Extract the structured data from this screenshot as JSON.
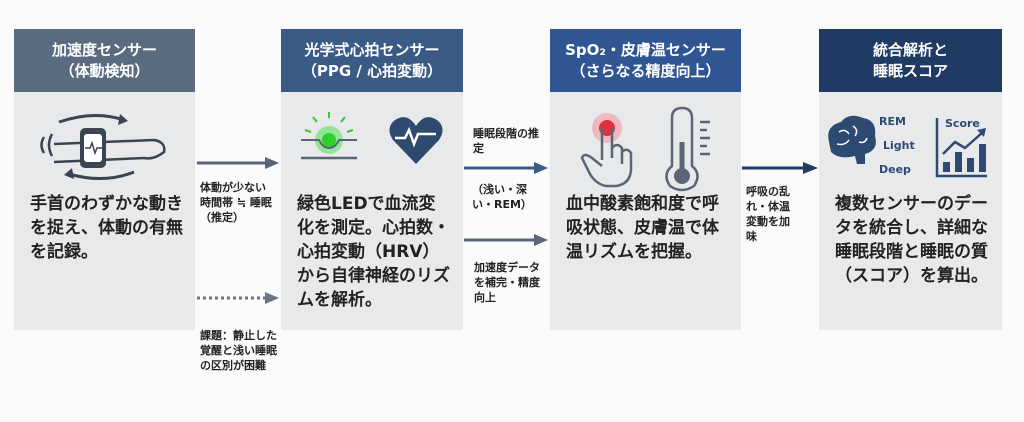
{
  "columns": [
    {
      "title1": "加速度センサー",
      "title2": "（体動検知）",
      "body": "手首のわずかな動きを捉え、体動の有無を記録。",
      "header_color": "#5b6b7f"
    },
    {
      "title1": "光学式心拍センサー",
      "title2": "（PPG / 心拍変動）",
      "body": "緑色LEDで血流変化を測定。心拍数・心拍変動（HRV）から自律神経のリズムを解析。",
      "header_color": "#3a5b84"
    },
    {
      "title1": "SpO₂・皮膚温センサー",
      "title2": "（さらなる精度向上）",
      "body": "血中酸素飽和度で呼吸状態、皮膚温で体温リズムを把握。",
      "header_color": "#2f5592"
    },
    {
      "title1": "統合解析と",
      "title2": "睡眠スコア",
      "body": "複数センサーのデータを統合し、詳細な睡眠段階と睡眠の質（スコア）を算出。",
      "header_color": "#1f3a63"
    }
  ],
  "connectors": {
    "a1": "体動が少ない時間帯 ≒ 睡眠（推定）",
    "a1_issue": "課題：静止した覚醒と浅い睡眠の区別が困難",
    "a2_top": "睡眠段階の推定",
    "a2_sub": "（浅い・深い・REM）",
    "a2_bottom": "加速度データを補完・精度向上",
    "a3": "呼吸の乱れ・体温変動を加味"
  },
  "brain_labels": {
    "rem": "REM",
    "light": "Light",
    "deep": "Deep"
  },
  "score_label": "Score"
}
